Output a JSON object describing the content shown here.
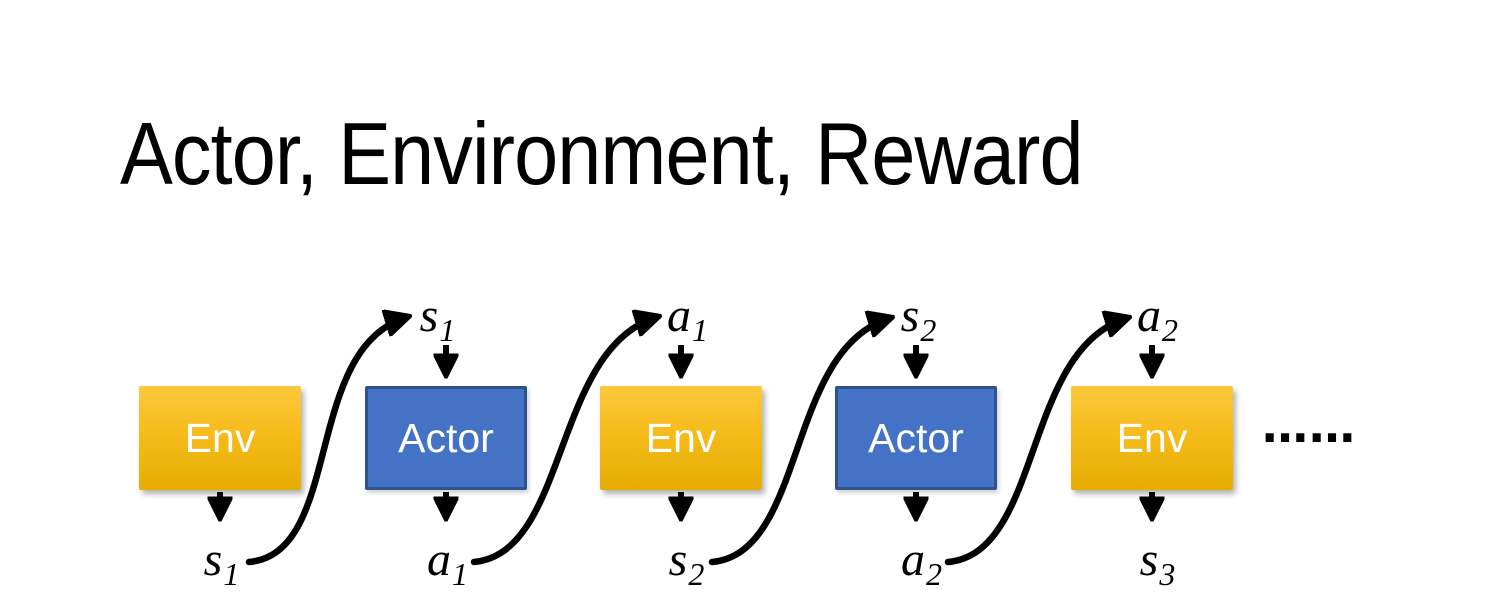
{
  "title": "Actor, Environment, Reward",
  "colors": {
    "env_gradient_top": "#FDC83E",
    "env_gradient_bottom": "#E6AB04",
    "actor_fill": "#4472C4",
    "actor_border": "#2F528F",
    "arrow": "#000000",
    "box_text": "#FFFFFF",
    "title_text": "#000000"
  },
  "nodes": [
    {
      "label": "Env",
      "type": "env"
    },
    {
      "label": "Actor",
      "type": "actor"
    },
    {
      "label": "Env",
      "type": "env"
    },
    {
      "label": "Actor",
      "type": "actor"
    },
    {
      "label": "Env",
      "type": "env"
    }
  ],
  "top_labels": [
    {
      "base": "s",
      "sub": "1"
    },
    {
      "base": "a",
      "sub": "1"
    },
    {
      "base": "s",
      "sub": "2"
    },
    {
      "base": "a",
      "sub": "2"
    }
  ],
  "bottom_labels": [
    {
      "base": "s",
      "sub": "1"
    },
    {
      "base": "a",
      "sub": "1"
    },
    {
      "base": "s",
      "sub": "2"
    },
    {
      "base": "a",
      "sub": "2"
    },
    {
      "base": "s",
      "sub": "3"
    }
  ],
  "ellipsis": "……"
}
